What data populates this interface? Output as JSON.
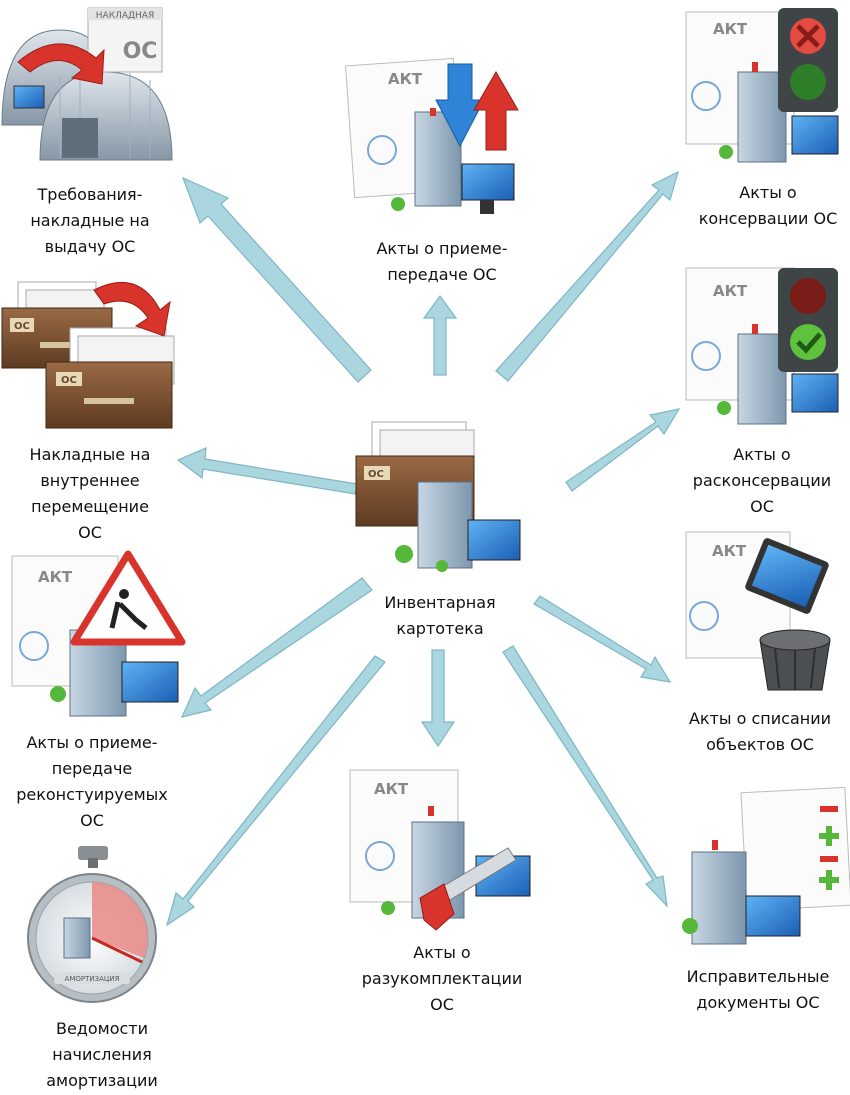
{
  "center": {
    "label": "Инвентарная\nкартотека"
  },
  "nodes": [
    {
      "id": "trebovaniya",
      "label": "Требования-\nнакладные на\nвыдачу ОС",
      "icon": "warehouse-transfer-icon"
    },
    {
      "id": "priem-peredacha",
      "label": "Акты о приеме-\nпередаче ОС",
      "icon": "act-transfer-icon",
      "doc_text": "АКТ"
    },
    {
      "id": "konservaciya",
      "label": "Акты о\nконсервации ОС",
      "icon": "act-conservation-icon",
      "doc_text": "АКТ"
    },
    {
      "id": "vnutrennee",
      "label": "Накладные на\nвнутреннее\nперемещение\nОС",
      "icon": "file-drawers-icon",
      "doc_text": "ОС"
    },
    {
      "id": "raskonservaciya",
      "label": "Акты о\nрасконсервации\nОС",
      "icon": "act-deconservation-icon",
      "doc_text": "АКТ"
    },
    {
      "id": "rekonstr",
      "label": "Акты о  приеме-\nпередаче\nреконстуируемых\nОС",
      "icon": "act-reconstruction-icon",
      "doc_text": "АКТ"
    },
    {
      "id": "spisanie",
      "label": "Акты о списании\nобъектов ОС",
      "icon": "act-writeoff-icon",
      "doc_text": "АКТ"
    },
    {
      "id": "razukompl",
      "label": "Акты о\nразукомплектации\nОС",
      "icon": "act-disassembly-icon",
      "doc_text": "АКТ"
    },
    {
      "id": "amortizaciya",
      "label": "Ведомости\nначисления\nамортизации",
      "icon": "stopwatch-icon",
      "doc_text": "АМОРТИЗАЦИЯ"
    },
    {
      "id": "ispravitelnye",
      "label": "Исправительные\nдокументы ОС",
      "icon": "corrections-icon"
    }
  ],
  "doc_header": "НАКЛАДНАЯ",
  "doc_big": "ОС",
  "colors": {
    "arrow_fill": "#a9d6df",
    "arrow_stroke": "#7fb6c4",
    "building": "#9bb4c8",
    "screen": "#2b7fd6",
    "red": "#d9342b",
    "green": "#56b83a"
  }
}
